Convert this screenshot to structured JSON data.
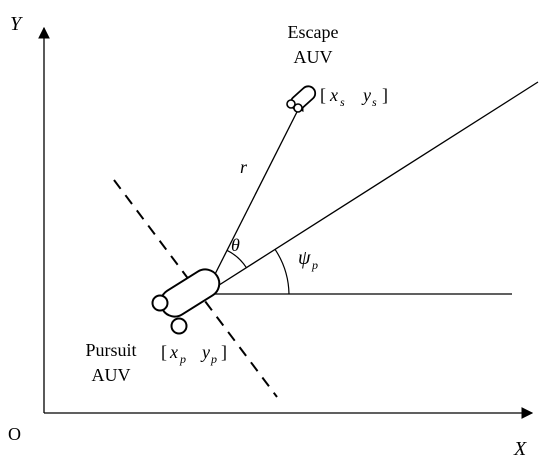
{
  "axes": {
    "x_label": "X",
    "y_label": "Y",
    "origin_label": "O"
  },
  "escape": {
    "title_line1": "Escape",
    "title_line2": "AUV",
    "coord_open": "[",
    "coord_x": "x",
    "coord_x_sub": "s",
    "coord_y": "y",
    "coord_y_sub": "s",
    "coord_close": "]"
  },
  "pursuit": {
    "title_line1": "Pursuit",
    "title_line2": "AUV",
    "coord_open": "[",
    "coord_x": "x",
    "coord_x_sub": "p",
    "coord_y": "y",
    "coord_y_sub": "p",
    "coord_close": "]"
  },
  "symbols": {
    "range": "r",
    "bearing_angle": "θ",
    "heading_angle": "ψ",
    "heading_sub": "p"
  },
  "colors": {
    "ink": "#000000",
    "background": "#ffffff"
  }
}
